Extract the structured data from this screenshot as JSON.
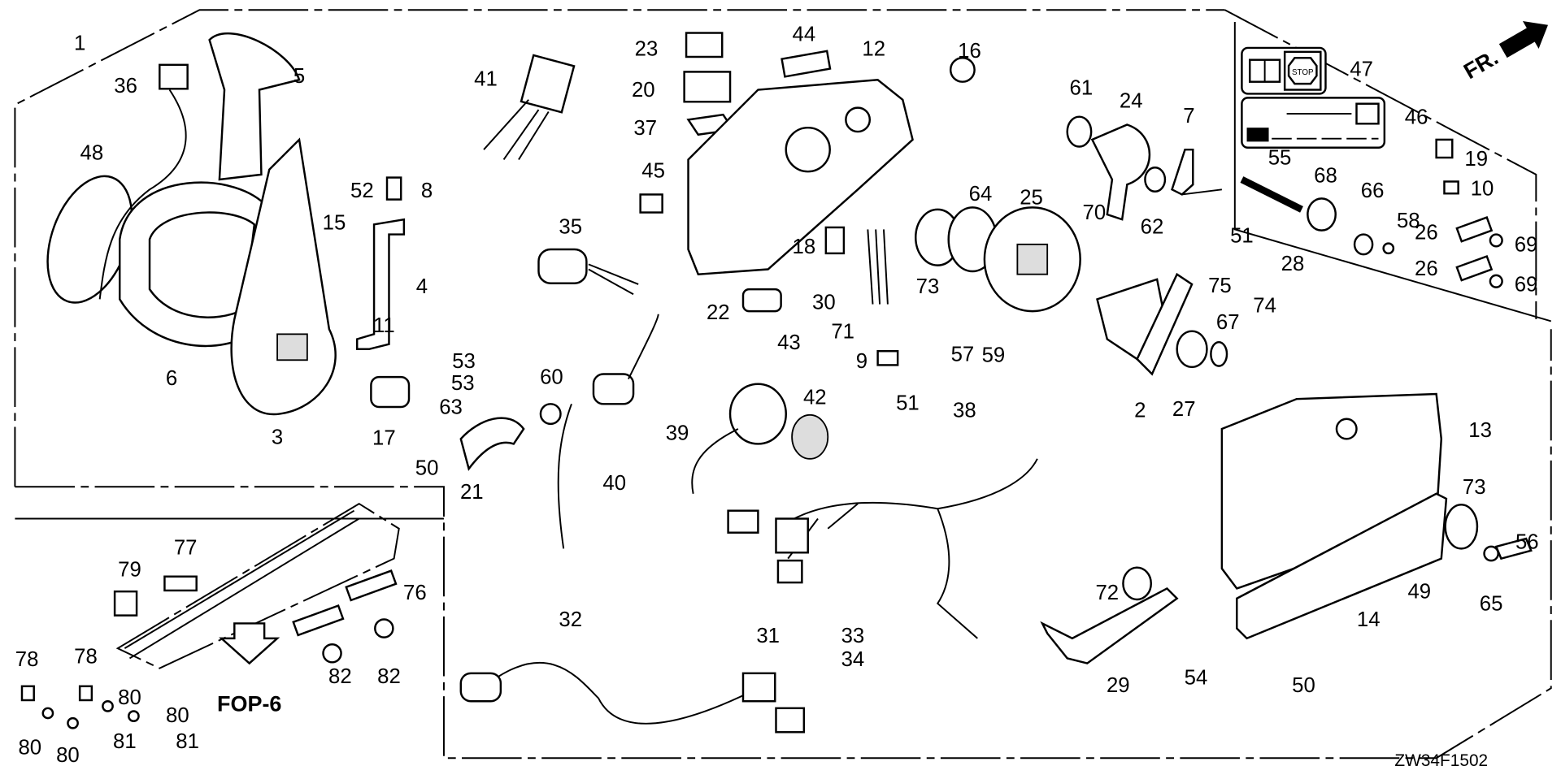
{
  "diagram_code": "ZW34F1502",
  "front_indicator": "FR.",
  "reference": "FOP-6",
  "callouts": [
    "1",
    "36",
    "5",
    "48",
    "52",
    "8",
    "15",
    "4",
    "6",
    "3",
    "11",
    "53",
    "53",
    "17",
    "63",
    "50",
    "21",
    "41",
    "23",
    "20",
    "37",
    "44",
    "12",
    "16",
    "45",
    "35",
    "18",
    "30",
    "22",
    "43",
    "42",
    "60",
    "39",
    "40",
    "9",
    "71",
    "51",
    "73",
    "64",
    "25",
    "70",
    "61",
    "24",
    "7",
    "62",
    "57",
    "59",
    "38",
    "2",
    "27",
    "51",
    "75",
    "74",
    "28",
    "67",
    "13",
    "73",
    "56",
    "65",
    "49",
    "14",
    "50",
    "72",
    "29",
    "54",
    "31",
    "33",
    "34",
    "32",
    "47",
    "46",
    "55",
    "68",
    "66",
    "58",
    "19",
    "10",
    "26",
    "69",
    "26",
    "69",
    "77",
    "79",
    "76",
    "82",
    "82",
    "78",
    "78",
    "80",
    "80",
    "80",
    "80",
    "81",
    "81"
  ],
  "decals": {
    "stop_text": "STOP"
  }
}
